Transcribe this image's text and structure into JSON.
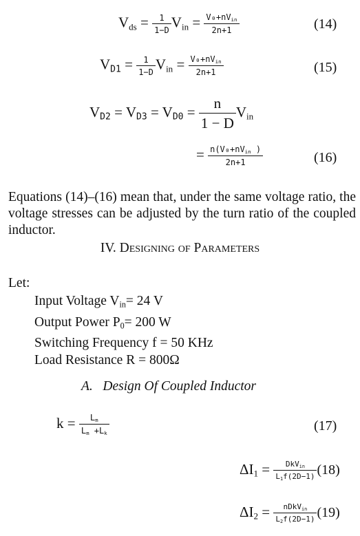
{
  "eq14": {
    "lhs_base": "V",
    "lhs_sub": "ds",
    "num1": "1",
    "den1": "1−D",
    "vin_base": "V",
    "vin_sub": "in",
    "num2": "V₀+nV",
    "num2_sub": "in",
    "den2": "2n+1",
    "number": "(14)"
  },
  "eq15": {
    "lhs_base": "V",
    "lhs_sub": "D1",
    "num1": "1",
    "den1": "1−D",
    "vin_base": "V",
    "vin_sub": "in",
    "num2": "V₀+nV",
    "num2_sub": "in",
    "den2": "2n+1",
    "number": "(15)"
  },
  "eq16a": {
    "v1": "V",
    "v1_sub": "D2",
    "v2": "V",
    "v2_sub": "D3",
    "v3": "V",
    "v3_sub": "D0",
    "num": "n",
    "den": "1 − D",
    "vin_base": "V",
    "vin_sub": "in"
  },
  "eq16b": {
    "num": "n(V₀+nV",
    "num_sub": "in",
    "num_close": " )",
    "den": "2n+1",
    "number": "(16)"
  },
  "paragraph": "Equations (14)–(16) mean that, under the same voltage ratio, the voltage stresses can be adjusted by the turn ratio of the coupled inductor.",
  "section_heading": "IV. Designing of Parameters",
  "let_label": "Let:",
  "params": [
    {
      "label": "Input Voltage V",
      "sub": "in",
      "value": "= 24 V"
    },
    {
      "label": "Output Power P",
      "sub": "0",
      "value": "= 200 W"
    },
    {
      "label": "Switching Frequency f = 50 KHz",
      "sub": "",
      "value": ""
    },
    {
      "label": "Load Resistance R = 800Ω",
      "sub": "",
      "value": ""
    }
  ],
  "subsection_heading": "A.   Design Of Coupled Inductor",
  "eq17": {
    "lhs": "k =",
    "num": "L",
    "num_sub": "m",
    "den": "L",
    "den_sub": "m",
    "den_plus": " +L",
    "den_sub2": "k",
    "number": "(17)"
  },
  "eq18": {
    "lhs": "ΔI",
    "lhs_sub": "1",
    "num": "DkV",
    "num_sub": "in",
    "den": "L",
    "den_sub": "1",
    "den_rest": "f(2D−1)",
    "number": "(18)"
  },
  "eq19": {
    "lhs": "ΔI",
    "lhs_sub": "2",
    "num": "nDkV",
    "num_sub": "in",
    "den": "L",
    "den_sub": "2",
    "den_rest": "f(2D−1)",
    "number": "(19)"
  }
}
